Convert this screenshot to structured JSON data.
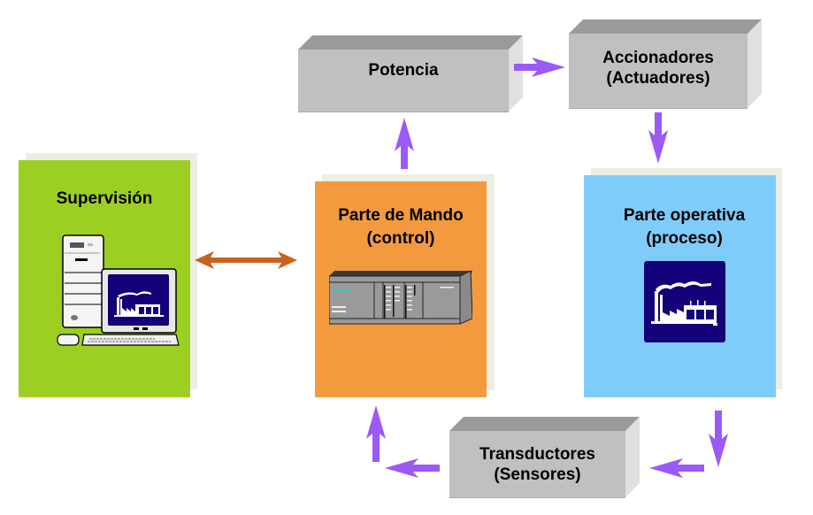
{
  "colors": {
    "supervision_panel": "#9ccf22",
    "control_panel": "#f39a3f",
    "process_panel": "#7fccfa",
    "panel_shadow": "#eceee2",
    "grey_box_front": "#c0c0c0",
    "grey_box_top": "#9a9a9a",
    "grey_box_side": "#e0e0e0",
    "flow_arrow": "#9b59f7",
    "bidirectional_arrow": "#c8641e",
    "factory_icon_bg": "#140078"
  },
  "blocks": {
    "potencia": {
      "label": "Potencia"
    },
    "accionadores": {
      "line1": "Accionadores",
      "line2": "(Actuadores)"
    },
    "transductores": {
      "line1": "Transductores",
      "line2": "(Sensores)"
    },
    "supervision": {
      "title": "Supervisión",
      "icon": "computer-workstation-icon"
    },
    "mando": {
      "line1": "Parte de Mando",
      "line2": "(control)",
      "icon": "plc-controller-icon"
    },
    "operativa": {
      "line1": "Parte operativa",
      "line2": "(proceso)",
      "icon": "factory-icon"
    }
  },
  "connections": [
    {
      "from": "Supervisión",
      "to": "Parte de Mando",
      "type": "bidirectional"
    },
    {
      "from": "Parte de Mando",
      "to": "Potencia",
      "type": "directed"
    },
    {
      "from": "Potencia",
      "to": "Accionadores",
      "type": "directed"
    },
    {
      "from": "Accionadores",
      "to": "Parte operativa",
      "type": "directed"
    },
    {
      "from": "Parte operativa",
      "to": "Transductores",
      "type": "directed"
    },
    {
      "from": "Transductores",
      "to": "Parte de Mando",
      "type": "directed"
    }
  ]
}
